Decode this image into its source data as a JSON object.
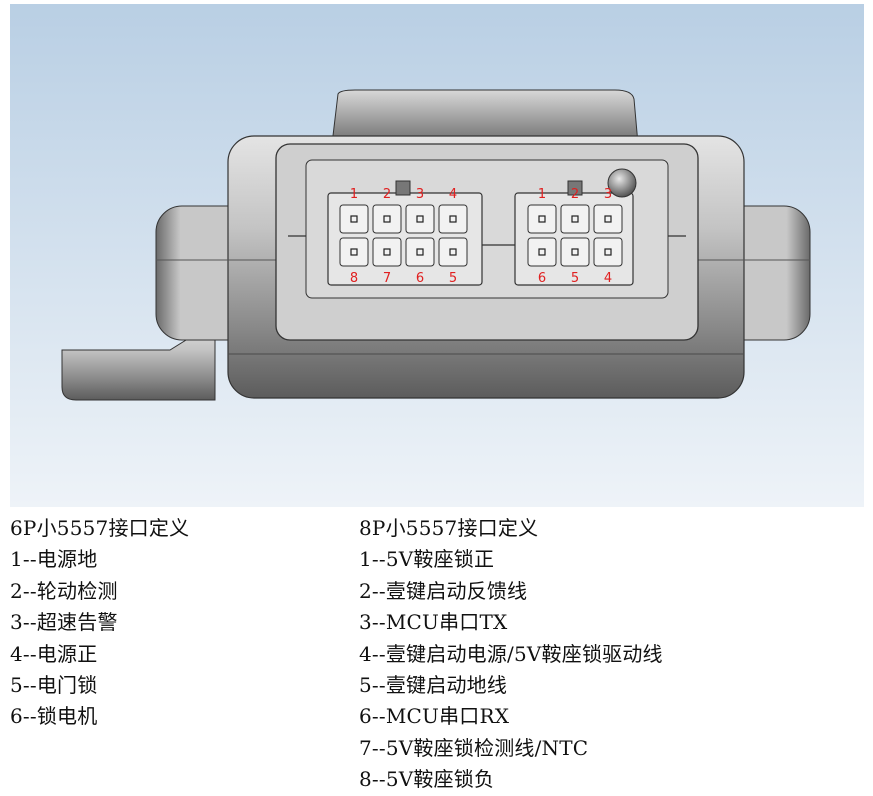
{
  "figure": {
    "connector_6p_pins": {
      "top": [
        "1",
        "2",
        "3",
        "4"
      ],
      "bottom": [
        "8",
        "7",
        "6",
        "5"
      ]
    },
    "connector_8p_pins": {
      "top": [
        "1",
        "2",
        "3"
      ],
      "bottom": [
        "6",
        "5",
        "4"
      ]
    },
    "pin_label_color": "#e02020",
    "background_gradient": [
      "#b9cfe4",
      "#eef3f8"
    ]
  },
  "left_spec": {
    "title": "6P小5557接口定义",
    "items": [
      "1--电源地",
      "2--轮动检测",
      "3--超速告警",
      "4--电源正",
      "5--电门锁",
      "6--锁电机"
    ]
  },
  "right_spec": {
    "title": "8P小5557接口定义",
    "items": [
      "1--5V鞍座锁正",
      "2--壹键启动反馈线",
      "3--MCU串口TX",
      "4--壹键启动电源/5V鞍座锁驱动线",
      "5--壹键启动地线",
      "6--MCU串口RX",
      "7--5V鞍座锁检测线/NTC",
      "8--5V鞍座锁负"
    ]
  }
}
